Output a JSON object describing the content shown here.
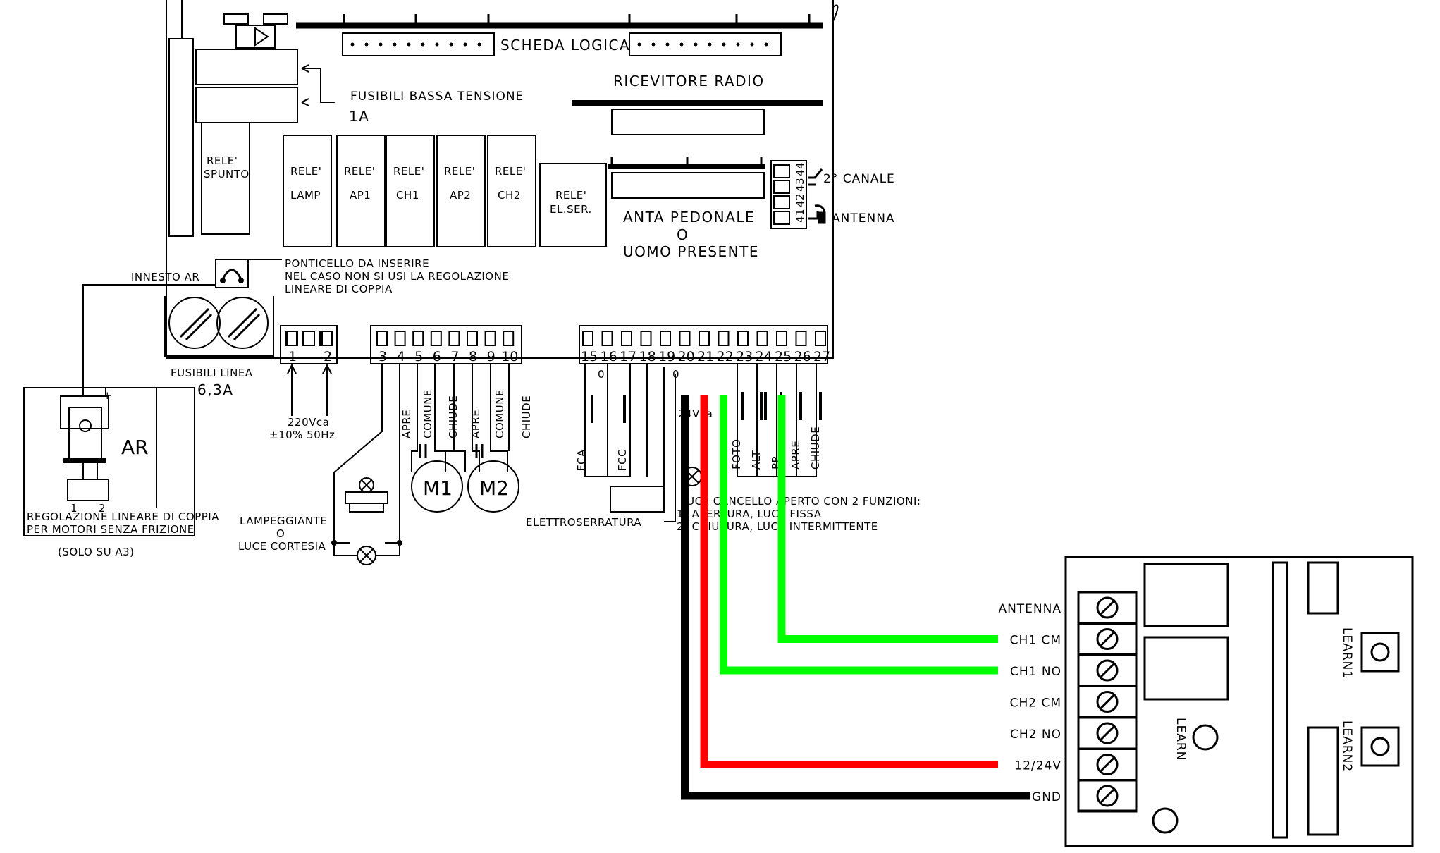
{
  "board": {
    "title": "SCHEDA LOGICA",
    "radio_receiver": "RICEVITORE RADIO",
    "low_voltage_fuses": "FUSIBILI BASSA TENSIONE",
    "low_voltage_fuse_rating": "1A",
    "relays": {
      "spunto": [
        "RELE'",
        "SPUNTO"
      ],
      "lamp": [
        "RELE'",
        "LAMP"
      ],
      "ap1": [
        "RELE'",
        "AP1"
      ],
      "ch1": [
        "RELE'",
        "CH1"
      ],
      "ap2": [
        "RELE'",
        "AP2"
      ],
      "ch2": [
        "RELE'",
        "CH2"
      ],
      "el_ser": [
        "RELE'",
        "EL.SER."
      ]
    },
    "pedestrian": [
      "ANTA PEDONALE",
      "O",
      "UOMO PRESENTE"
    ],
    "second_channel": "2° CANALE",
    "antenna": "ANTENNA",
    "antenna_terminals": [
      "44",
      "43",
      "42",
      "41"
    ],
    "innesto_ar": "INNESTO AR",
    "jumper_note": [
      "PONTICELLO DA INSERIRE",
      "NEL CASO NON SI USI LA REGOLAZIONE",
      "LINEARE DI COPPIA"
    ],
    "line_fuses": "FUSIBILI LINEA",
    "line_fuse_rating": "6,3A",
    "mains_supply": [
      "220Vca",
      "±10% 50Hz"
    ],
    "ar_module": {
      "label": "AR",
      "minus": "-",
      "plus": "+",
      "pins": [
        "1",
        "2"
      ],
      "caption": [
        "REGOLAZIONE LINEARE DI COPPIA",
        "PER MOTORI SENZA FRIZIONE"
      ],
      "note": "(SOLO SU A3)"
    },
    "terminals_a": [
      "1",
      "2"
    ],
    "terminals_b": [
      "3",
      "4",
      "5",
      "6",
      "7",
      "8",
      "9",
      "10"
    ],
    "terminals_c": [
      "15",
      "16",
      "17",
      "18",
      "19",
      "20",
      "21",
      "22",
      "23",
      "24",
      "25",
      "26",
      "27"
    ],
    "motor_labels": [
      "APRE",
      "COMUNE",
      "CHIUDE",
      "APRE",
      "COMUNE",
      "CHIUDE"
    ],
    "motors": [
      "M1",
      "M2"
    ],
    "lamp_label": [
      "LAMPEGGIANTE",
      "O",
      "LUCE CORTESIA"
    ],
    "limit_switch_labels": [
      "FCA",
      "FCC"
    ],
    "zero_marks": [
      "0",
      "0"
    ],
    "voltage_label": "24Vca",
    "lock_label": "ELETTROSERRATURA",
    "input_labels": [
      "FOTO",
      "ALT",
      "PP",
      "APRE",
      "CHIUDE"
    ],
    "gate_light_note": [
      "LUCE CANCELLO APERTO CON 2 FUNZIONI:",
      "1) APERTURA, LUCE FISSA",
      "2) CHIUSURA, LUCE INTERMITTENTE"
    ]
  },
  "receiver": {
    "terminals": [
      "ANTENNA",
      "CH1 CM",
      "CH1 NO",
      "CH2 CM",
      "CH2 NO",
      "12/24V",
      "GND"
    ],
    "learn": "LEARN",
    "learn1": "LEARN1",
    "learn2": "LEARN2"
  },
  "wires": [
    {
      "from": "25",
      "to": "CH1 CM",
      "color": "#00ff00"
    },
    {
      "from": "22",
      "to": "CH1 NO",
      "color": "#00ff00"
    },
    {
      "from": "21",
      "to": "12/24V",
      "color": "#ff0000"
    },
    {
      "from": "20",
      "to": "GND",
      "color": "#000000"
    }
  ],
  "colors": {
    "ink": "#000000",
    "wire_green": "#00ff00",
    "wire_red": "#ff0000",
    "wire_black": "#000000"
  }
}
